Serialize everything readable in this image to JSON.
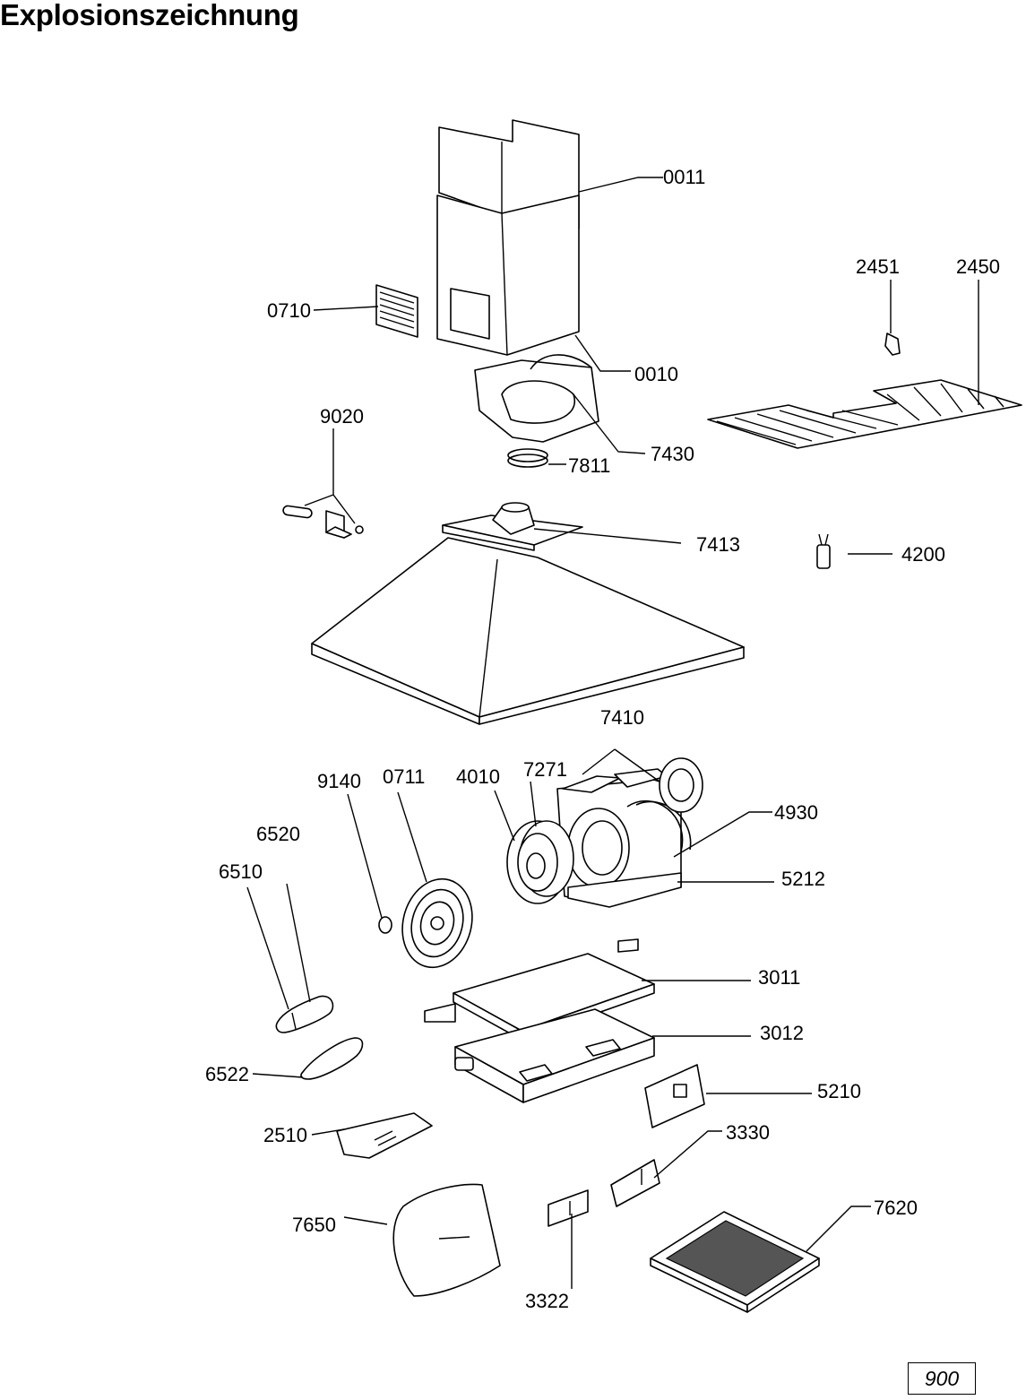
{
  "title": "Explosionszeichnung",
  "page_number": "900",
  "labels": {
    "p0011": "0011",
    "p0010": "0010",
    "p0710": "0710",
    "p2451": "2451",
    "p2450": "2450",
    "p9020": "9020",
    "p7430": "7430",
    "p7811": "7811",
    "p7413": "7413",
    "p4200": "4200",
    "p7410": "7410",
    "p9140": "9140",
    "p0711": "0711",
    "p4010": "4010",
    "p7271": "7271",
    "p4930": "4930",
    "p6520": "6520",
    "p6510": "6510",
    "p5212": "5212",
    "p3011": "3011",
    "p3012": "3012",
    "p6522": "6522",
    "p5210": "5210",
    "p2510": "2510",
    "p3330": "3330",
    "p7620": "7620",
    "p7650": "7650",
    "p3322": "3322"
  }
}
